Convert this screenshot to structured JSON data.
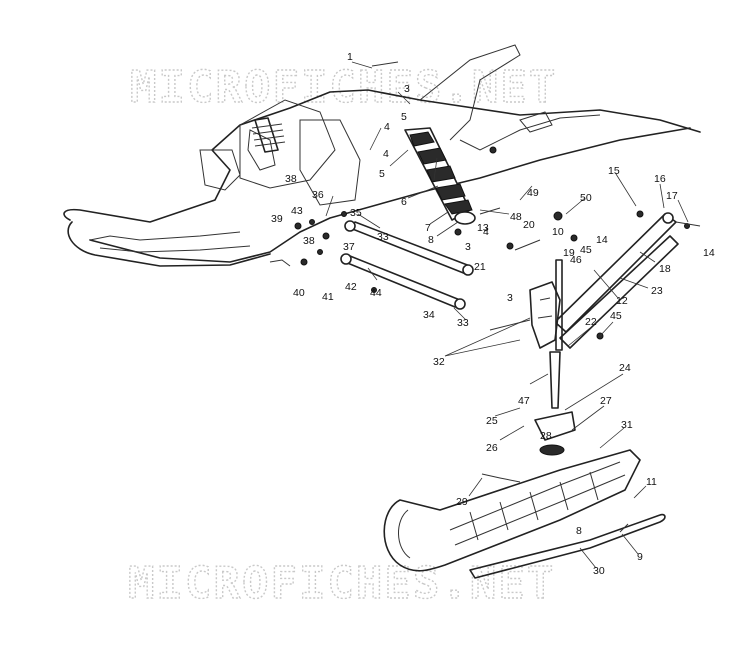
{
  "watermark": {
    "top_text": "MICROFICHES.NET",
    "bottom_text": "MICROFICHES.NET"
  },
  "callouts": [
    {
      "label": "1"
    },
    {
      "label": "3"
    },
    {
      "label": "4"
    },
    {
      "label": "5"
    },
    {
      "label": "4"
    },
    {
      "label": "5"
    },
    {
      "label": "6"
    },
    {
      "label": "7"
    },
    {
      "label": "8"
    },
    {
      "label": "13"
    },
    {
      "label": "4"
    },
    {
      "label": "48"
    },
    {
      "label": "3"
    },
    {
      "label": "49"
    },
    {
      "label": "50"
    },
    {
      "label": "10"
    },
    {
      "label": "14"
    },
    {
      "label": "15"
    },
    {
      "label": "16"
    },
    {
      "label": "17"
    },
    {
      "label": "14"
    },
    {
      "label": "18"
    },
    {
      "label": "19"
    },
    {
      "label": "20"
    },
    {
      "label": "21"
    },
    {
      "label": "45"
    },
    {
      "label": "46"
    },
    {
      "label": "12"
    },
    {
      "label": "23"
    },
    {
      "label": "3"
    },
    {
      "label": "22"
    },
    {
      "label": "45"
    },
    {
      "label": "32"
    },
    {
      "label": "33"
    },
    {
      "label": "35"
    },
    {
      "label": "36"
    },
    {
      "label": "38"
    },
    {
      "label": "39"
    },
    {
      "label": "43"
    },
    {
      "label": "38"
    },
    {
      "label": "37"
    },
    {
      "label": "42"
    },
    {
      "label": "44"
    },
    {
      "label": "40"
    },
    {
      "label": "41"
    },
    {
      "label": "34"
    },
    {
      "label": "33"
    },
    {
      "label": "47"
    },
    {
      "label": "24"
    },
    {
      "label": "25"
    },
    {
      "label": "26"
    },
    {
      "label": "27"
    },
    {
      "label": "28"
    },
    {
      "label": "31"
    },
    {
      "label": "29"
    },
    {
      "label": "11"
    },
    {
      "label": "8"
    },
    {
      "label": "9"
    },
    {
      "label": "30"
    }
  ]
}
